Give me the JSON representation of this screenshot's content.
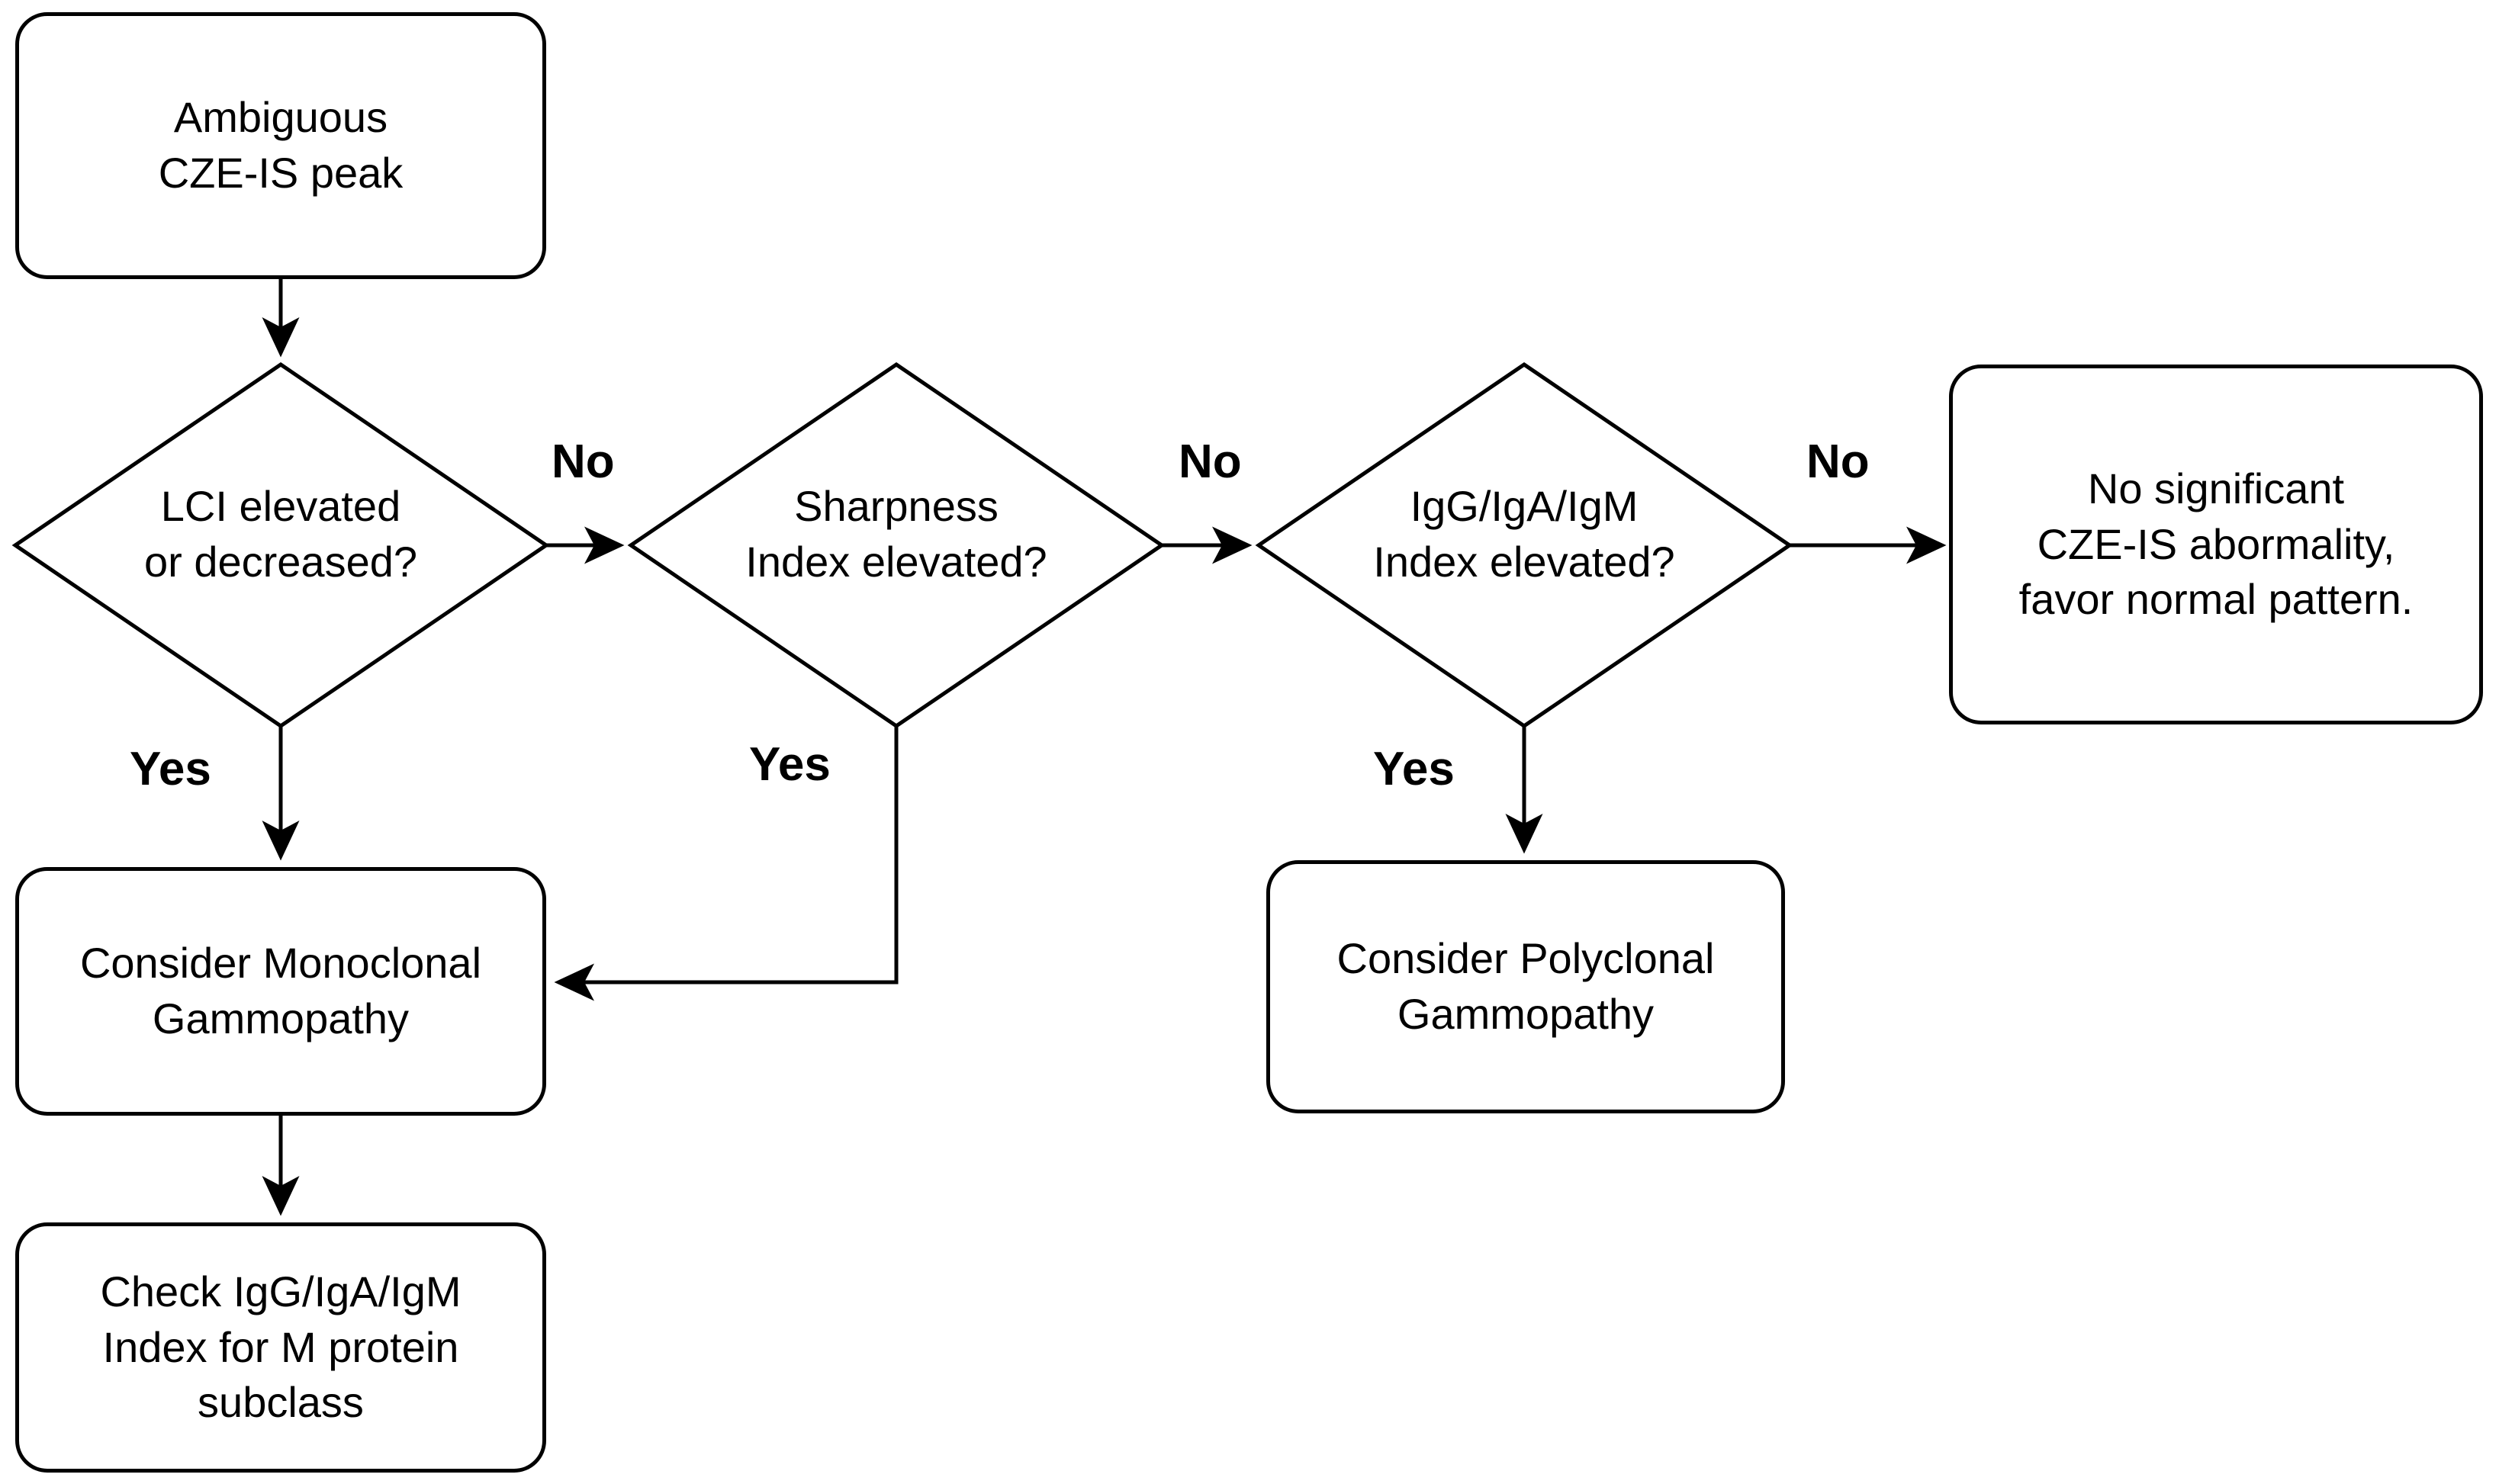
{
  "diagram": {
    "title": "CZE-IS ambiguous peak interpretation algorithm",
    "type": "flowchart",
    "background_color": "#ffffff",
    "line_color": "#000000",
    "text_color": "#000000"
  },
  "nodes": {
    "start": {
      "shape": "rounded-rectangle",
      "text": "Ambiguous\nCZE-IS peak"
    },
    "decision_lci": {
      "shape": "diamond",
      "text": "LCI elevated\nor decreased?"
    },
    "decision_sharpness": {
      "shape": "diamond",
      "text": "Sharpness\nIndex elevated?"
    },
    "decision_ig_index": {
      "shape": "diamond",
      "text": "IgG/IgA/IgM\nIndex elevated?"
    },
    "outcome_normal": {
      "shape": "rounded-rectangle",
      "text": "No significant\nCZE-IS abormality,\nfavor normal pattern."
    },
    "outcome_monoclonal": {
      "shape": "rounded-rectangle",
      "text": "Consider Monoclonal\nGammopathy"
    },
    "outcome_polyclonal": {
      "shape": "rounded-rectangle",
      "text": "Consider Polyclonal\nGammopathy"
    },
    "action_check_subclass": {
      "shape": "rounded-rectangle",
      "text": "Check IgG/IgA/IgM\nIndex for M protein\nsubclass"
    }
  },
  "edge_labels": {
    "lci_no": "No",
    "lci_yes": "Yes",
    "sharpness_no": "No",
    "sharpness_yes": "Yes",
    "ig_no": "No",
    "ig_yes": "Yes"
  },
  "edges": [
    {
      "from": "start",
      "to": "decision_lci",
      "label": ""
    },
    {
      "from": "decision_lci",
      "to": "decision_sharpness",
      "label": "No"
    },
    {
      "from": "decision_lci",
      "to": "outcome_monoclonal",
      "label": "Yes"
    },
    {
      "from": "decision_sharpness",
      "to": "decision_ig_index",
      "label": "No"
    },
    {
      "from": "decision_sharpness",
      "to": "outcome_monoclonal",
      "label": "Yes"
    },
    {
      "from": "decision_ig_index",
      "to": "outcome_normal",
      "label": "No"
    },
    {
      "from": "decision_ig_index",
      "to": "outcome_polyclonal",
      "label": "Yes"
    },
    {
      "from": "outcome_monoclonal",
      "to": "action_check_subclass",
      "label": ""
    }
  ]
}
